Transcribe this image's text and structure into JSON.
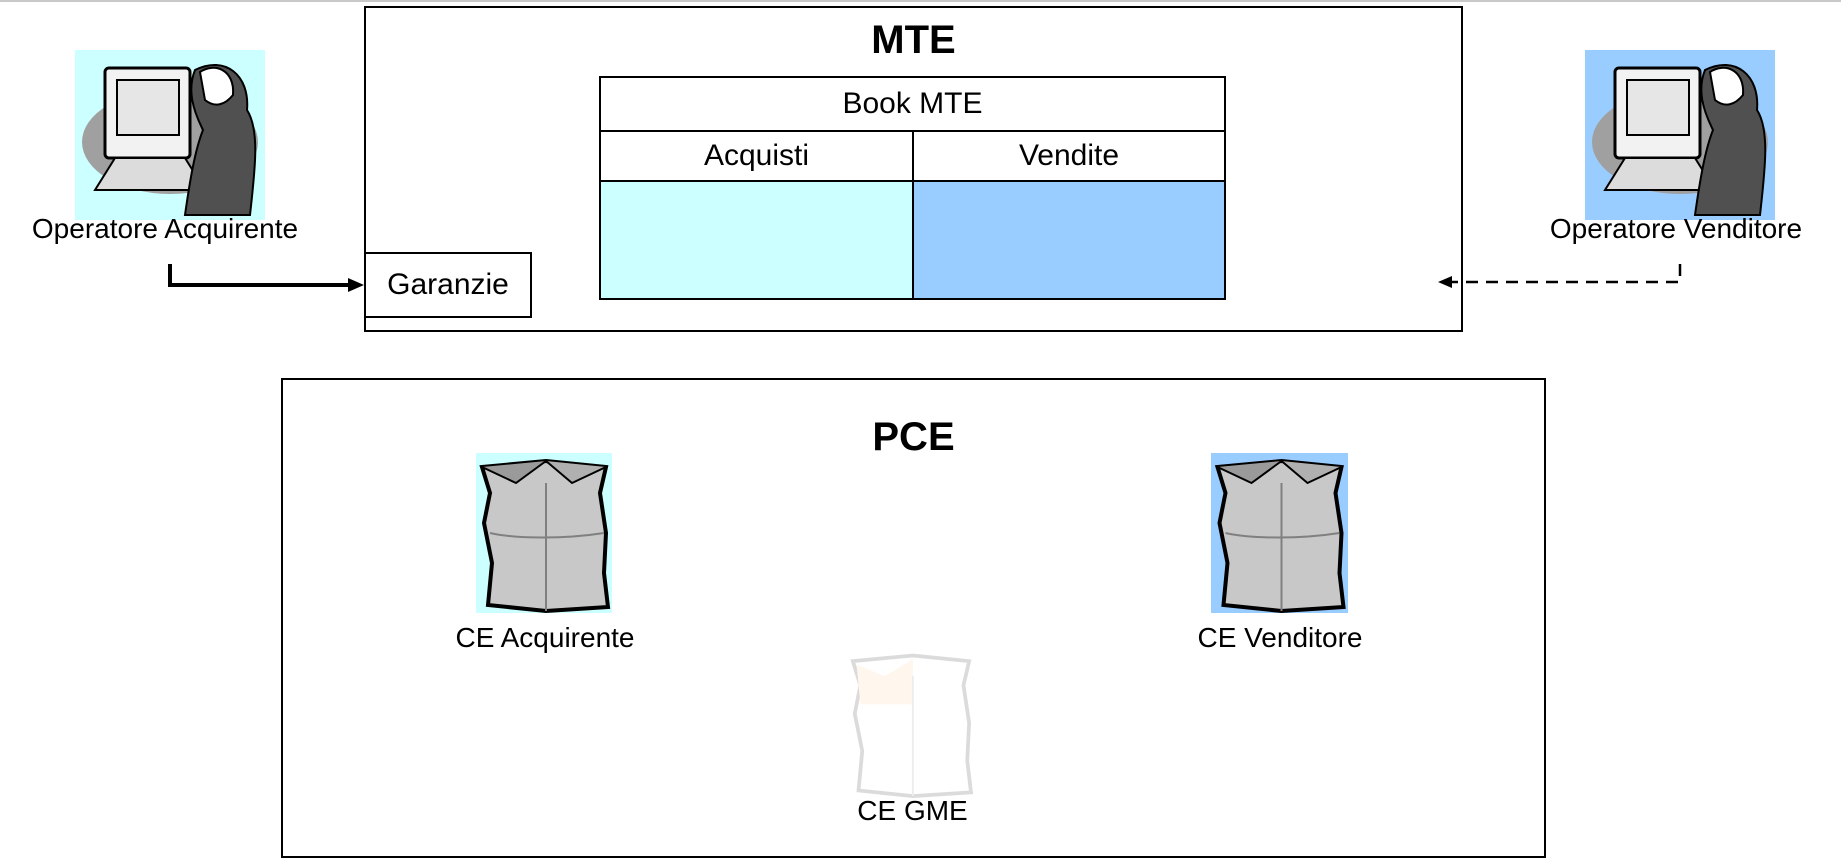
{
  "mte": {
    "title": "MTE",
    "book": {
      "title": "Book MTE",
      "col_buy": "Acquisti",
      "col_sell": "Vendite",
      "color_buy": "#ccffff",
      "color_sell": "#99ccff"
    },
    "garanzie": "Garanzie"
  },
  "operators": {
    "buyer": {
      "label": "Operatore Acquirente",
      "icon": "computer-user-icon",
      "bg": "#ccffff"
    },
    "seller": {
      "label": "Operatore Venditore",
      "icon": "computer-user-icon",
      "bg": "#99ccff"
    }
  },
  "pce": {
    "title": "PCE",
    "ce_buyer": {
      "label": "CE Acquirente",
      "icon": "paper-bag-icon",
      "bg": "#ccffff"
    },
    "ce_seller": {
      "label": "CE Venditore",
      "icon": "paper-bag-icon",
      "bg": "#99ccff"
    },
    "ce_gme": {
      "label": "CE GME",
      "icon": "paper-bag-icon"
    }
  }
}
